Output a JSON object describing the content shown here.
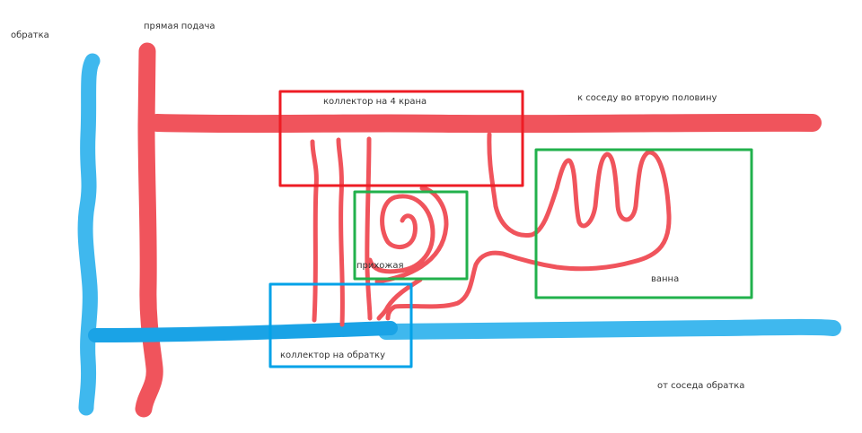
{
  "labels": {
    "return_line": "обратка",
    "supply_line": "прямая подача",
    "supply_manifold": "коллектор на 4 крана",
    "to_neighbor": "к соседу во вторую половину",
    "hallway": "прихожая",
    "bathroom": "ванна",
    "return_manifold": "коллектор на обратку",
    "from_neighbor_return": "от соседа обратка"
  },
  "colors": {
    "supply_pipe": "#f0545c",
    "return_pipe": "#3fb8ee",
    "return_pipe_dark": "#1aa3e6",
    "supply_manifold_box": "#ee1c24",
    "room_box": "#22b14c",
    "return_manifold_box": "#00a2e8"
  }
}
